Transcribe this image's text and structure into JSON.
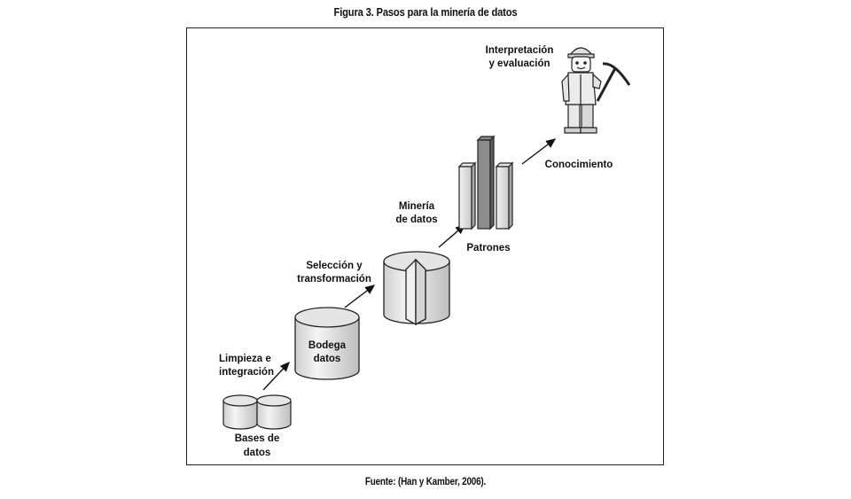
{
  "figure": {
    "title": "Figura 3. Pasos para la minería de datos",
    "source": "Fuente: (Han y Kamber, 2006)."
  },
  "steps": {
    "bases": {
      "line1": "Bases de",
      "line2": "datos"
    },
    "limpieza": {
      "line1": "Limpieza e",
      "line2": "integración"
    },
    "bodega": {
      "line1": "Bodega",
      "line2": "datos"
    },
    "seleccion": {
      "line1": "Selección y",
      "line2": "transformación"
    },
    "mineria": {
      "line1": "Minería",
      "line2": "de datos"
    },
    "patrones": {
      "label": "Patrones"
    },
    "conocimiento": {
      "label": "Conocimiento"
    },
    "interpretacion": {
      "line1": "Interpretación",
      "line2": "y evaluación"
    }
  },
  "icons": {
    "person": "miner-person-with-pickaxe-icon"
  }
}
